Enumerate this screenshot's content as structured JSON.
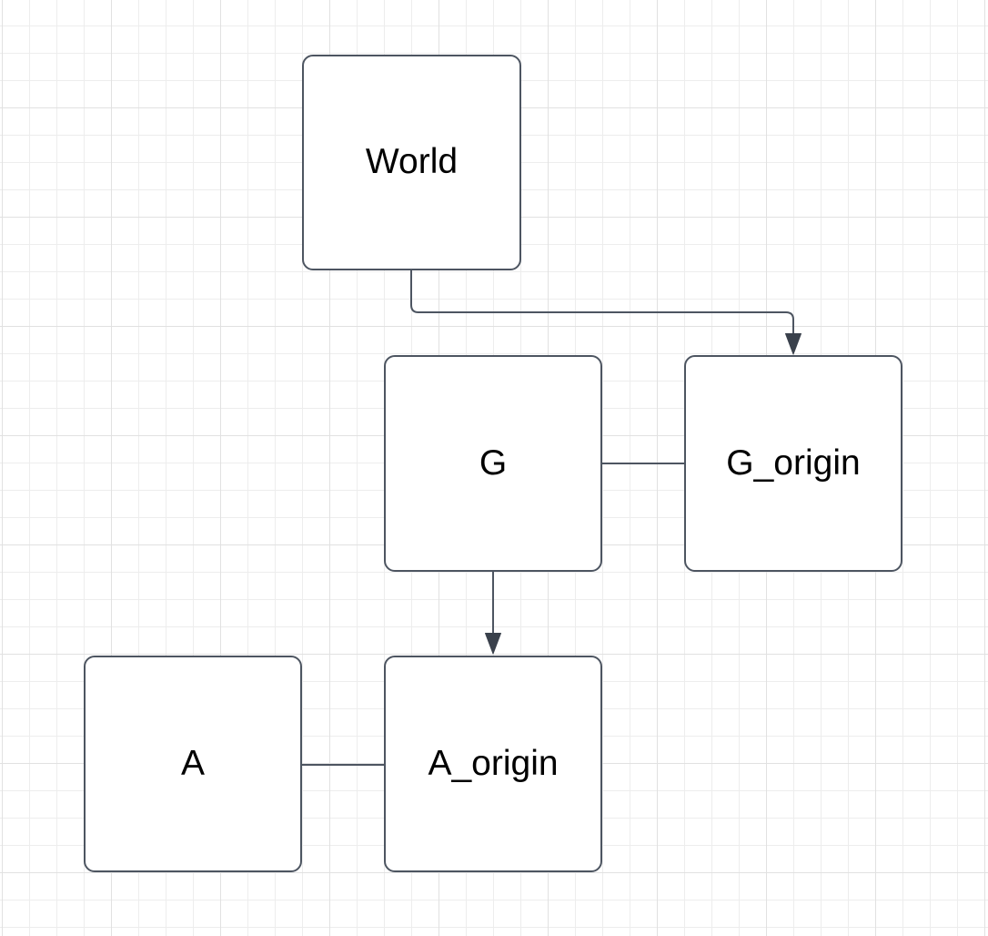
{
  "nodes": [
    {
      "id": "world",
      "label": "World"
    },
    {
      "id": "g",
      "label": "G"
    },
    {
      "id": "g_origin",
      "label": "G_origin"
    },
    {
      "id": "a",
      "label": "A"
    },
    {
      "id": "a_origin",
      "label": "A_origin"
    }
  ],
  "edges": [
    {
      "from": "World",
      "to": "G_origin",
      "arrow": "target",
      "style": "orthogonal"
    },
    {
      "from": "G",
      "to": "G_origin",
      "arrow": "none",
      "style": "straight"
    },
    {
      "from": "G",
      "to": "A_origin",
      "arrow": "target",
      "style": "straight"
    },
    {
      "from": "A",
      "to": "A_origin",
      "arrow": "none",
      "style": "straight"
    }
  ],
  "colors": {
    "canvas_bg": "#ffffff",
    "grid_minor": "#ededed",
    "grid_major": "#e1e1e1",
    "node_fill": "#ffffff",
    "node_border": "#4d5561",
    "edge_stroke": "#4d5561",
    "arrow_fill": "#3a414c",
    "label_color": "#000000"
  }
}
